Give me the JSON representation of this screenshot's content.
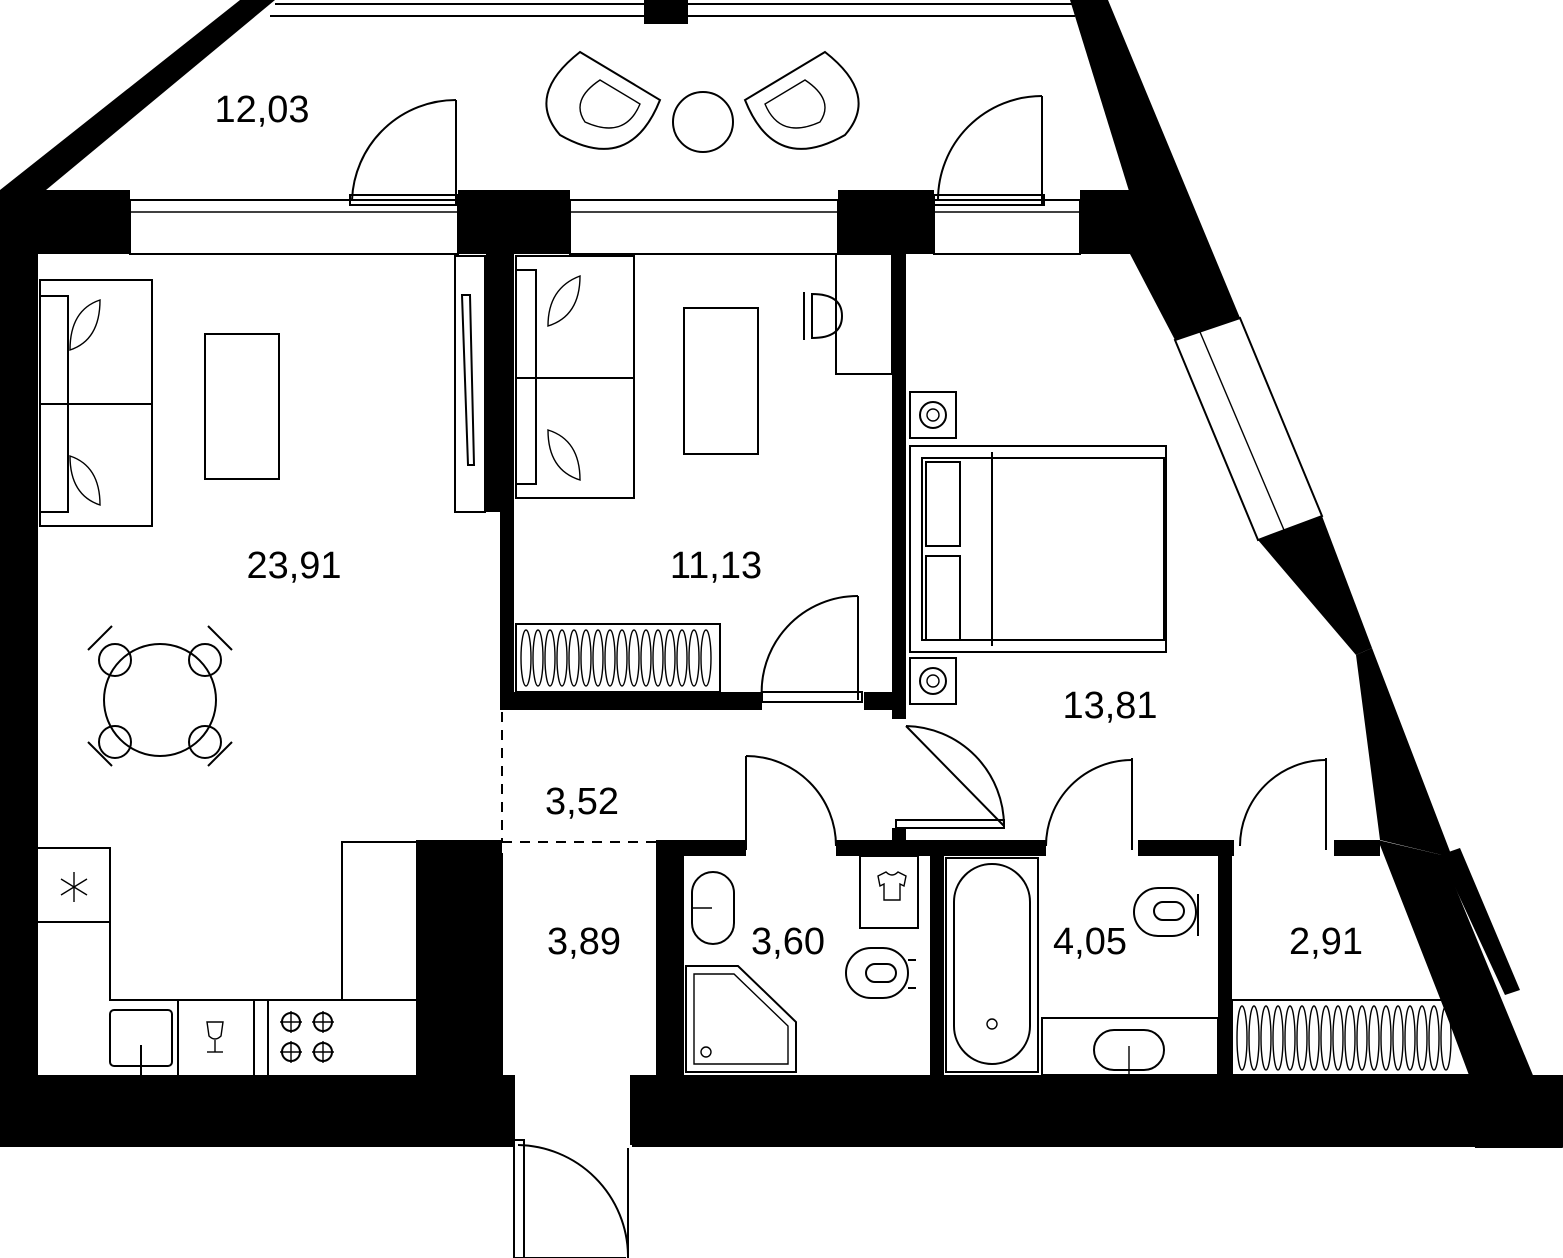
{
  "rooms": [
    {
      "id": "balcony",
      "area": "12,03"
    },
    {
      "id": "living-kitchen",
      "area": "23,91"
    },
    {
      "id": "bedroom-small",
      "area": "11,13"
    },
    {
      "id": "bedroom-master",
      "area": "13,81"
    },
    {
      "id": "hallway",
      "area": "3,52"
    },
    {
      "id": "entrance",
      "area": "3,89"
    },
    {
      "id": "bathroom-1",
      "area": "3,60"
    },
    {
      "id": "bathroom-2",
      "area": "4,05"
    },
    {
      "id": "storage",
      "area": "2,91"
    }
  ],
  "colors": {
    "wall": "#000000",
    "background": "#ffffff"
  }
}
